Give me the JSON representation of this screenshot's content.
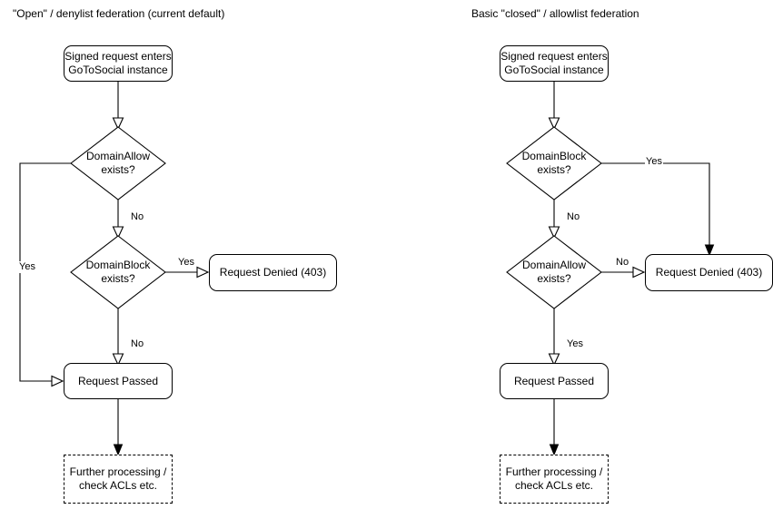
{
  "diagram": {
    "type": "flowchart",
    "panels": [
      {
        "id": "open-denylist",
        "title": "\"Open\" / denylist federation (current default)",
        "nodes": {
          "start": "Signed request enters\nGoToSocial instance",
          "start_line1": "Signed request enters",
          "start_line2": "GoToSocial instance",
          "decision1": "DomainAllow\nexists?",
          "decision1_line1": "DomainAllow",
          "decision1_line2": "exists?",
          "decision2": "DomainBlock\nexists?",
          "decision2_line1": "DomainBlock",
          "decision2_line2": "exists?",
          "denied": "Request Denied (403)",
          "passed": "Request Passed",
          "further_line1": "Further processing /",
          "further_line2": "check ACLs etc."
        },
        "edge_labels": {
          "allow_yes": "Yes",
          "allow_no": "No",
          "block_yes": "Yes",
          "block_no": "No"
        }
      },
      {
        "id": "closed-allowlist",
        "title": "Basic \"closed\" / allowlist federation",
        "nodes": {
          "start_line1": "Signed request enters",
          "start_line2": "GoToSocial instance",
          "decision1_line1": "DomainBlock",
          "decision1_line2": "exists?",
          "decision2_line1": "DomainAllow",
          "decision2_line2": "exists?",
          "denied": "Request Denied (403)",
          "passed": "Request Passed",
          "further_line1": "Further processing /",
          "further_line2": "check ACLs etc."
        },
        "edge_labels": {
          "block_yes": "Yes",
          "block_no": "No",
          "allow_no": "No",
          "allow_yes": "Yes"
        }
      }
    ],
    "colors": {
      "stroke": "#000000",
      "text": "#000000",
      "background": "#ffffff"
    }
  }
}
